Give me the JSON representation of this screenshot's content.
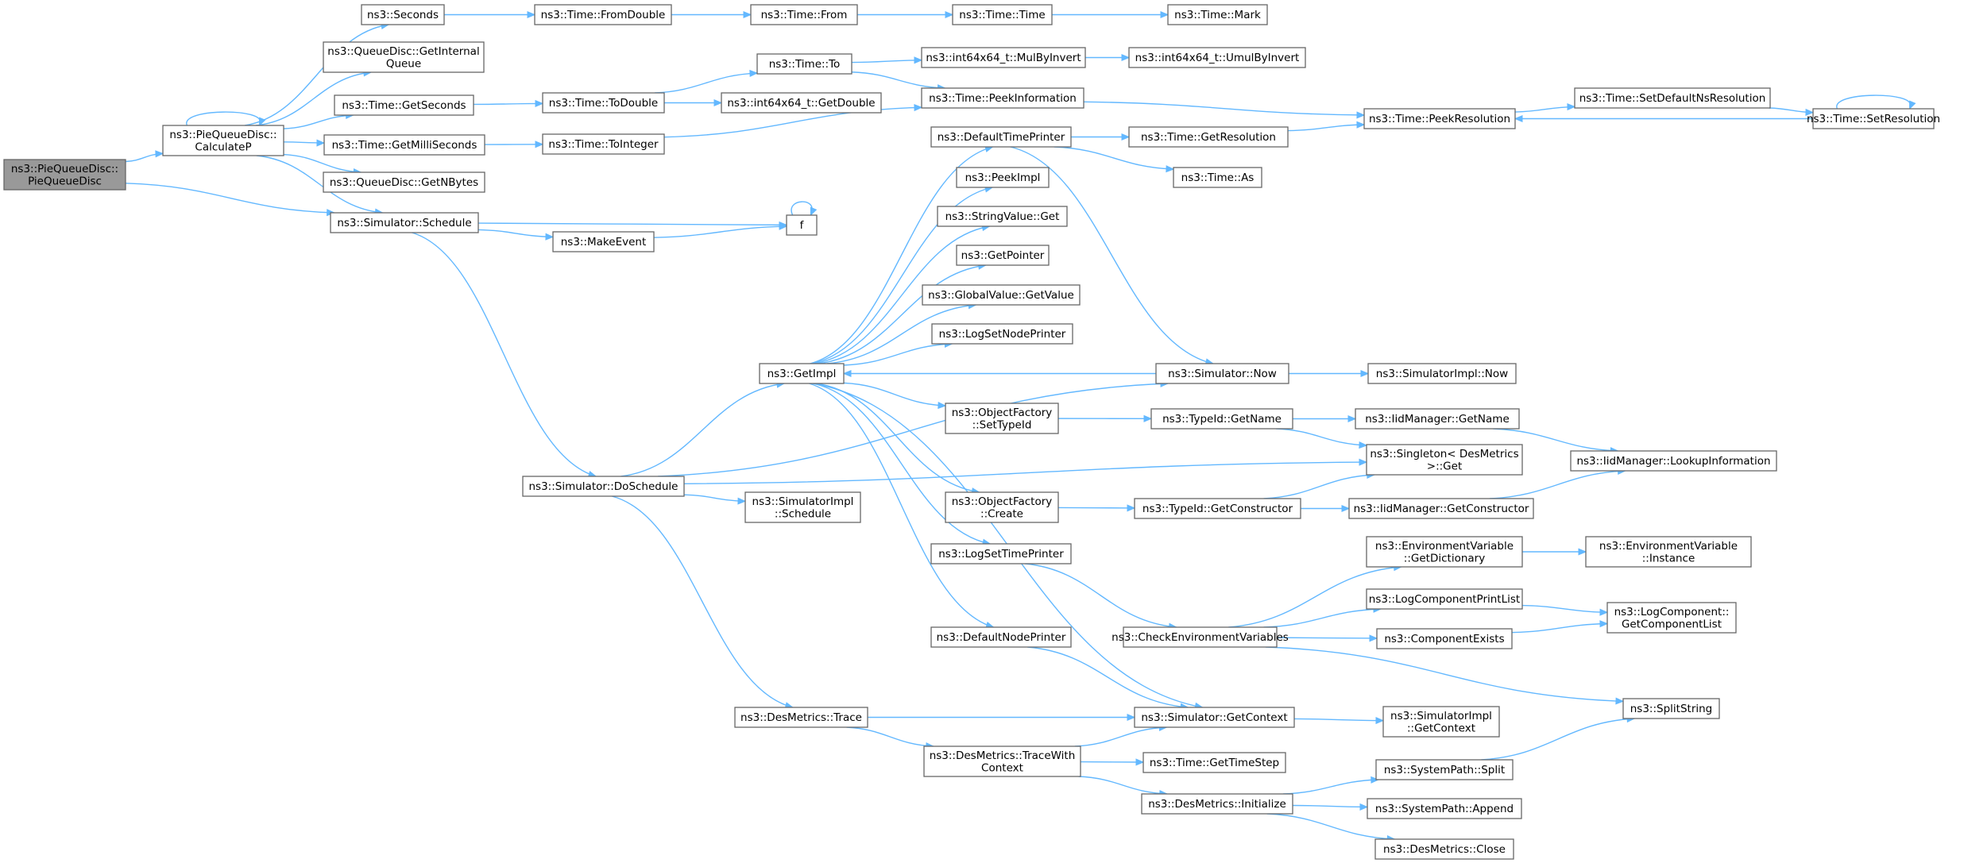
{
  "nodes": [
    {
      "id": "root",
      "lines": [
        "ns3::PieQueueDisc::",
        "PieQueueDisc"
      ],
      "root": true
    },
    {
      "id": "calcp",
      "lines": [
        "ns3::PieQueueDisc::",
        "CalculateP"
      ]
    },
    {
      "id": "seconds",
      "lines": [
        "ns3::Seconds"
      ]
    },
    {
      "id": "getinternalqueue",
      "lines": [
        "ns3::QueueDisc::GetInternal",
        "Queue"
      ]
    },
    {
      "id": "getseconds",
      "lines": [
        "ns3::Time::GetSeconds"
      ]
    },
    {
      "id": "getmillis",
      "lines": [
        "ns3::Time::GetMilliSeconds"
      ]
    },
    {
      "id": "getnbytes",
      "lines": [
        "ns3::QueueDisc::GetNBytes"
      ]
    },
    {
      "id": "schedule",
      "lines": [
        "ns3::Simulator::Schedule"
      ]
    },
    {
      "id": "fromdouble",
      "lines": [
        "ns3::Time::FromDouble"
      ]
    },
    {
      "id": "from",
      "lines": [
        "ns3::Time::From"
      ]
    },
    {
      "id": "time",
      "lines": [
        "ns3::Time::Time"
      ]
    },
    {
      "id": "mark",
      "lines": [
        "ns3::Time::Mark"
      ]
    },
    {
      "id": "to",
      "lines": [
        "ns3::Time::To"
      ]
    },
    {
      "id": "todouble",
      "lines": [
        "ns3::Time::ToDouble"
      ]
    },
    {
      "id": "tointeger",
      "lines": [
        "ns3::Time::ToInteger"
      ]
    },
    {
      "id": "mulbyinvert",
      "lines": [
        "ns3::int64x64_t::MulByInvert"
      ]
    },
    {
      "id": "umulbyinvert",
      "lines": [
        "ns3::int64x64_t::UmulByInvert"
      ]
    },
    {
      "id": "getdouble",
      "lines": [
        "ns3::int64x64_t::GetDouble"
      ]
    },
    {
      "id": "peekinfo",
      "lines": [
        "ns3::Time::PeekInformation"
      ]
    },
    {
      "id": "peekres",
      "lines": [
        "ns3::Time::PeekResolution"
      ]
    },
    {
      "id": "setdefaultns",
      "lines": [
        "ns3::Time::SetDefaultNsResolution"
      ]
    },
    {
      "id": "setres",
      "lines": [
        "ns3::Time::SetResolution"
      ]
    },
    {
      "id": "f",
      "lines": [
        "f"
      ]
    },
    {
      "id": "makeevent",
      "lines": [
        "ns3::MakeEvent"
      ]
    },
    {
      "id": "defaulttimeprinter",
      "lines": [
        "ns3::DefaultTimePrinter"
      ]
    },
    {
      "id": "getresolution",
      "lines": [
        "ns3::Time::GetResolution"
      ]
    },
    {
      "id": "as",
      "lines": [
        "ns3::Time::As"
      ]
    },
    {
      "id": "peekimpl",
      "lines": [
        "ns3::PeekImpl"
      ]
    },
    {
      "id": "stringvalueget",
      "lines": [
        "ns3::StringValue::Get"
      ]
    },
    {
      "id": "getpointer",
      "lines": [
        "ns3::GetPointer"
      ]
    },
    {
      "id": "globalvalue",
      "lines": [
        "ns3::GlobalValue::GetValue"
      ]
    },
    {
      "id": "logsetnode",
      "lines": [
        "ns3::LogSetNodePrinter"
      ]
    },
    {
      "id": "getimpl",
      "lines": [
        "ns3::GetImpl"
      ]
    },
    {
      "id": "simnow",
      "lines": [
        "ns3::Simulator::Now"
      ]
    },
    {
      "id": "simimplnow",
      "lines": [
        "ns3::SimulatorImpl::Now"
      ]
    },
    {
      "id": "settypeid",
      "lines": [
        "ns3::ObjectFactory",
        "::SetTypeId"
      ]
    },
    {
      "id": "typeidgetname",
      "lines": [
        "ns3::TypeId::GetName"
      ]
    },
    {
      "id": "iidgetname",
      "lines": [
        "ns3::IidManager::GetName"
      ]
    },
    {
      "id": "singleton",
      "lines": [
        "ns3::Singleton< DesMetrics",
        ">::Get"
      ]
    },
    {
      "id": "lookupinfo",
      "lines": [
        "ns3::IidManager::LookupInformation"
      ]
    },
    {
      "id": "doschedule",
      "lines": [
        "ns3::Simulator::DoSchedule"
      ]
    },
    {
      "id": "simimplschedule",
      "lines": [
        "ns3::SimulatorImpl",
        "::Schedule"
      ]
    },
    {
      "id": "ofcreate",
      "lines": [
        "ns3::ObjectFactory",
        "::Create"
      ]
    },
    {
      "id": "getconstructor",
      "lines": [
        "ns3::TypeId::GetConstructor"
      ]
    },
    {
      "id": "iidgetconstructor",
      "lines": [
        "ns3::IidManager::GetConstructor"
      ]
    },
    {
      "id": "logsettime",
      "lines": [
        "ns3::LogSetTimePrinter"
      ]
    },
    {
      "id": "envgetdict",
      "lines": [
        "ns3::EnvironmentVariable",
        "::GetDictionary"
      ]
    },
    {
      "id": "envinstance",
      "lines": [
        "ns3::EnvironmentVariable",
        "::Instance"
      ]
    },
    {
      "id": "logcompprintlist",
      "lines": [
        "ns3::LogComponentPrintList"
      ]
    },
    {
      "id": "getcomplist",
      "lines": [
        "ns3::LogComponent::",
        "GetComponentList"
      ]
    },
    {
      "id": "checkenv",
      "lines": [
        "ns3::CheckEnvironmentVariables"
      ]
    },
    {
      "id": "compexists",
      "lines": [
        "ns3::ComponentExists"
      ]
    },
    {
      "id": "defaultnodeprinter",
      "lines": [
        "ns3::DefaultNodePrinter"
      ]
    },
    {
      "id": "splitstring",
      "lines": [
        "ns3::SplitString"
      ]
    },
    {
      "id": "destrace",
      "lines": [
        "ns3::DesMetrics::Trace"
      ]
    },
    {
      "id": "simgetcontext",
      "lines": [
        "ns3::Simulator::GetContext"
      ]
    },
    {
      "id": "simimplgetcontext",
      "lines": [
        "ns3::SimulatorImpl",
        "::GetContext"
      ]
    },
    {
      "id": "tracewithcontext",
      "lines": [
        "ns3::DesMetrics::TraceWith",
        "Context"
      ]
    },
    {
      "id": "gettimestep",
      "lines": [
        "ns3::Time::GetTimeStep"
      ]
    },
    {
      "id": "syspathsplit",
      "lines": [
        "ns3::SystemPath::Split"
      ]
    },
    {
      "id": "desinit",
      "lines": [
        "ns3::DesMetrics::Initialize"
      ]
    },
    {
      "id": "syspathappend",
      "lines": [
        "ns3::SystemPath::Append"
      ]
    },
    {
      "id": "desclose",
      "lines": [
        "ns3::DesMetrics::Close"
      ]
    }
  ],
  "edges": [
    [
      "root",
      "calcp"
    ],
    [
      "root",
      "schedule"
    ],
    [
      "calcp",
      "calcp"
    ],
    [
      "calcp",
      "seconds"
    ],
    [
      "calcp",
      "getinternalqueue"
    ],
    [
      "calcp",
      "getseconds"
    ],
    [
      "calcp",
      "getmillis"
    ],
    [
      "calcp",
      "getnbytes"
    ],
    [
      "calcp",
      "schedule"
    ],
    [
      "seconds",
      "fromdouble"
    ],
    [
      "fromdouble",
      "from"
    ],
    [
      "from",
      "time"
    ],
    [
      "time",
      "mark"
    ],
    [
      "getseconds",
      "todouble"
    ],
    [
      "todouble",
      "to"
    ],
    [
      "todouble",
      "getdouble"
    ],
    [
      "to",
      "mulbyinvert"
    ],
    [
      "to",
      "peekinfo"
    ],
    [
      "mulbyinvert",
      "umulbyinvert"
    ],
    [
      "getmillis",
      "tointeger"
    ],
    [
      "tointeger",
      "peekinfo"
    ],
    [
      "peekinfo",
      "peekres"
    ],
    [
      "peekres",
      "setdefaultns"
    ],
    [
      "setdefaultns",
      "setres"
    ],
    [
      "setres",
      "peekres"
    ],
    [
      "setres",
      "setres"
    ],
    [
      "schedule",
      "f"
    ],
    [
      "schedule",
      "makeevent"
    ],
    [
      "schedule",
      "doschedule"
    ],
    [
      "makeevent",
      "f"
    ],
    [
      "f",
      "f"
    ],
    [
      "doschedule",
      "getimpl"
    ],
    [
      "doschedule",
      "simnow"
    ],
    [
      "doschedule",
      "simimplschedule"
    ],
    [
      "doschedule",
      "singleton"
    ],
    [
      "doschedule",
      "destrace"
    ],
    [
      "getimpl",
      "defaulttimeprinter"
    ],
    [
      "getimpl",
      "peekimpl"
    ],
    [
      "getimpl",
      "stringvalueget"
    ],
    [
      "getimpl",
      "getpointer"
    ],
    [
      "getimpl",
      "globalvalue"
    ],
    [
      "getimpl",
      "logsetnode"
    ],
    [
      "getimpl",
      "settypeid"
    ],
    [
      "getimpl",
      "ofcreate"
    ],
    [
      "getimpl",
      "logsettime"
    ],
    [
      "getimpl",
      "defaultnodeprinter"
    ],
    [
      "getimpl",
      "simgetcontext"
    ],
    [
      "defaulttimeprinter",
      "getresolution"
    ],
    [
      "defaulttimeprinter",
      "as"
    ],
    [
      "defaulttimeprinter",
      "simnow"
    ],
    [
      "getresolution",
      "peekres"
    ],
    [
      "simnow",
      "getimpl"
    ],
    [
      "simnow",
      "simimplnow"
    ],
    [
      "settypeid",
      "typeidgetname"
    ],
    [
      "typeidgetname",
      "iidgetname"
    ],
    [
      "typeidgetname",
      "singleton"
    ],
    [
      "iidgetname",
      "lookupinfo"
    ],
    [
      "ofcreate",
      "getconstructor"
    ],
    [
      "getconstructor",
      "singleton"
    ],
    [
      "getconstructor",
      "iidgetconstructor"
    ],
    [
      "iidgetconstructor",
      "lookupinfo"
    ],
    [
      "logsettime",
      "checkenv"
    ],
    [
      "checkenv",
      "envgetdict"
    ],
    [
      "checkenv",
      "logcompprintlist"
    ],
    [
      "checkenv",
      "compexists"
    ],
    [
      "checkenv",
      "splitstring"
    ],
    [
      "envgetdict",
      "envinstance"
    ],
    [
      "logcompprintlist",
      "getcomplist"
    ],
    [
      "compexists",
      "getcomplist"
    ],
    [
      "defaultnodeprinter",
      "simgetcontext"
    ],
    [
      "destrace",
      "simgetcontext"
    ],
    [
      "destrace",
      "tracewithcontext"
    ],
    [
      "simgetcontext",
      "simimplgetcontext"
    ],
    [
      "tracewithcontext",
      "simgetcontext"
    ],
    [
      "tracewithcontext",
      "gettimestep"
    ],
    [
      "tracewithcontext",
      "desinit"
    ],
    [
      "desinit",
      "syspathsplit"
    ],
    [
      "desinit",
      "syspathappend"
    ],
    [
      "desinit",
      "desclose"
    ],
    [
      "syspathsplit",
      "splitstring"
    ]
  ]
}
